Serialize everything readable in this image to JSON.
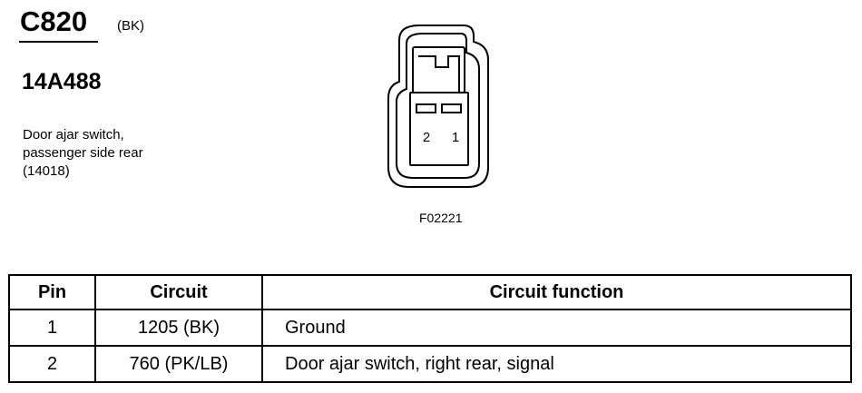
{
  "header": {
    "connector_id": "C820",
    "color_code": "(BK)",
    "part_number": "14A488",
    "description_lines": [
      "Door ajar switch,",
      "passenger side rear",
      "(14018)"
    ]
  },
  "diagram": {
    "pin_labels": [
      "2",
      "1"
    ],
    "figure_code": "F02221"
  },
  "table": {
    "headers": [
      "Pin",
      "Circuit",
      "Circuit function"
    ],
    "rows": [
      [
        "1",
        "1205 (BK)",
        "Ground"
      ],
      [
        "2",
        "760 (PK/LB)",
        "Door ajar switch, right rear, signal"
      ]
    ]
  }
}
